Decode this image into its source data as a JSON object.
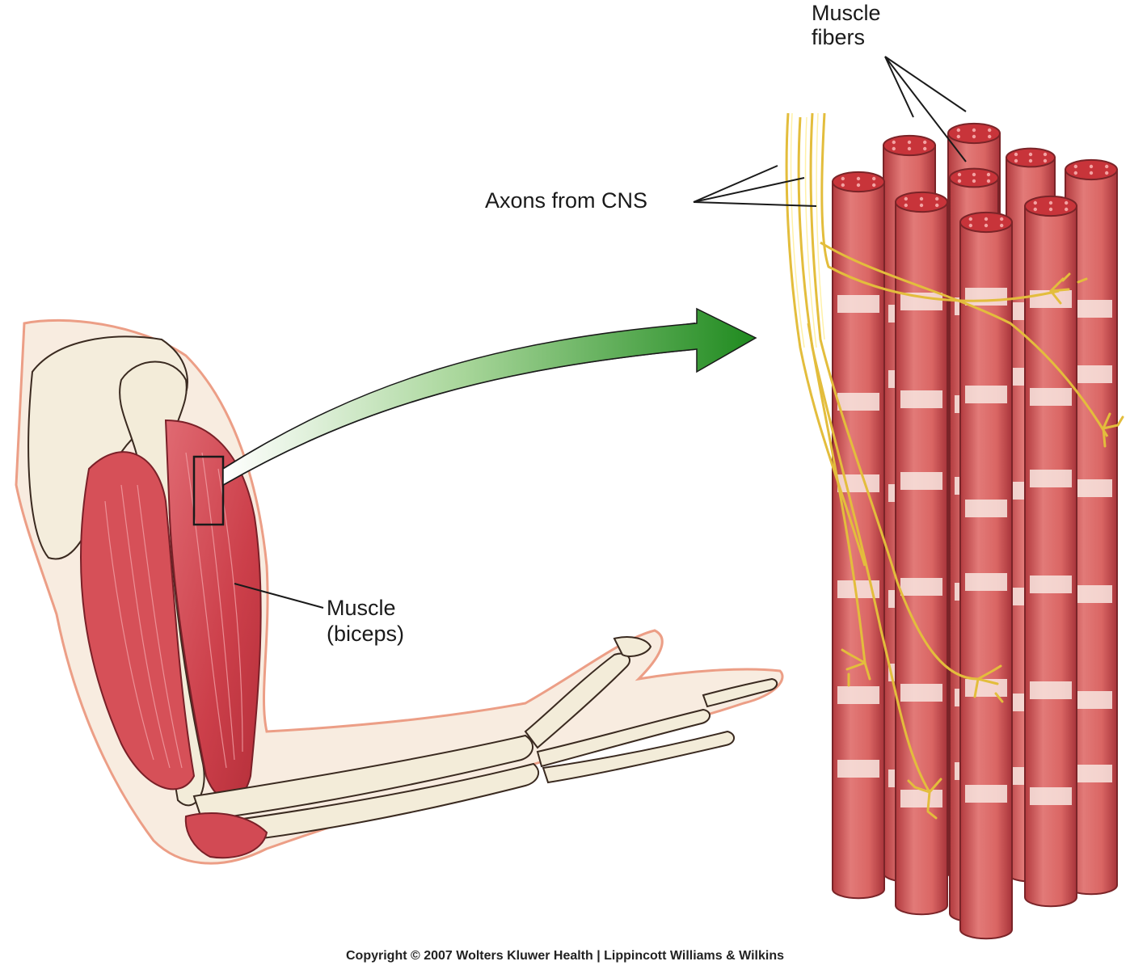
{
  "labels": {
    "muscle_fibers_line1": "Muscle",
    "muscle_fibers_line2": "fibers",
    "axons": "Axons from CNS",
    "muscle_line1": "Muscle",
    "muscle_line2": "(biceps)"
  },
  "copyright": "Copyright © 2007 Wolters Kluwer Health | Lippincott Williams & Wilkins",
  "colors": {
    "muscle": "#d9545c",
    "muscle_dark": "#b8323c",
    "fiber": "#d8555a",
    "fiber_band": "#f8e6e0",
    "fiber_cap": "#c8343a",
    "nerve": "#e8c84a",
    "bone": "#f3ecd9",
    "skin": "#f7e8d8",
    "skin_outline": "#e89a80",
    "arrow": "#1f8a1f"
  }
}
